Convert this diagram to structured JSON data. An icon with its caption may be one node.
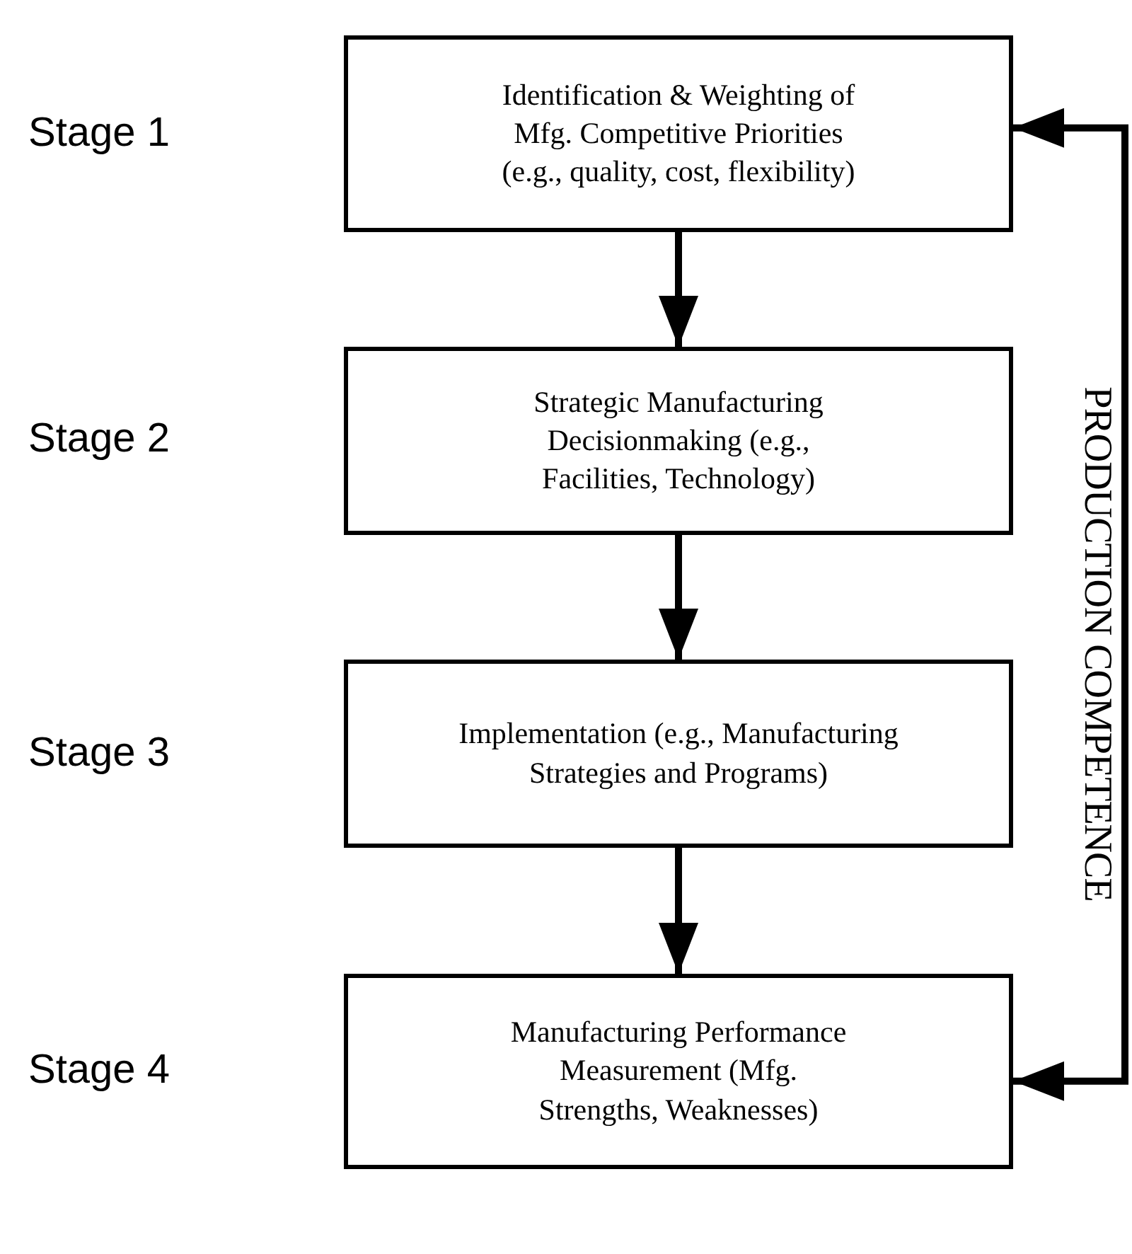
{
  "diagram": {
    "nodes": [
      {
        "text": [
          "Identification & Weighting of Mfg. Competitive Priorities (e.g., quality, cost, flexibility)"
        ]
      },
      {
        "text": [
          "Strategic Manufacturing Decisionmaking (e.g., Facilities, Technology)"
        ]
      },
      {
        "text": [
          "Implementation (e.g., Manufacturing Strategies and Programs)"
        ]
      },
      {
        "text": [
          "Manufacturing Performance Measurement (Mfg. Strengths, Weaknesses)"
        ]
      }
    ],
    "edges": [
      {
        "from": 0,
        "to": 1,
        "arrow": "to"
      },
      {
        "from": 1,
        "to": 2,
        "arrow": "to"
      },
      {
        "from": 2,
        "to": 3,
        "arrow": "to"
      },
      {
        "from": 3,
        "to": 0,
        "arrow": "both",
        "label": "PRODUCTION COMPETENCE"
      }
    ],
    "labels": [
      "Stage 1",
      "Stage 2",
      "Stage 3",
      "Stage 4"
    ]
  }
}
